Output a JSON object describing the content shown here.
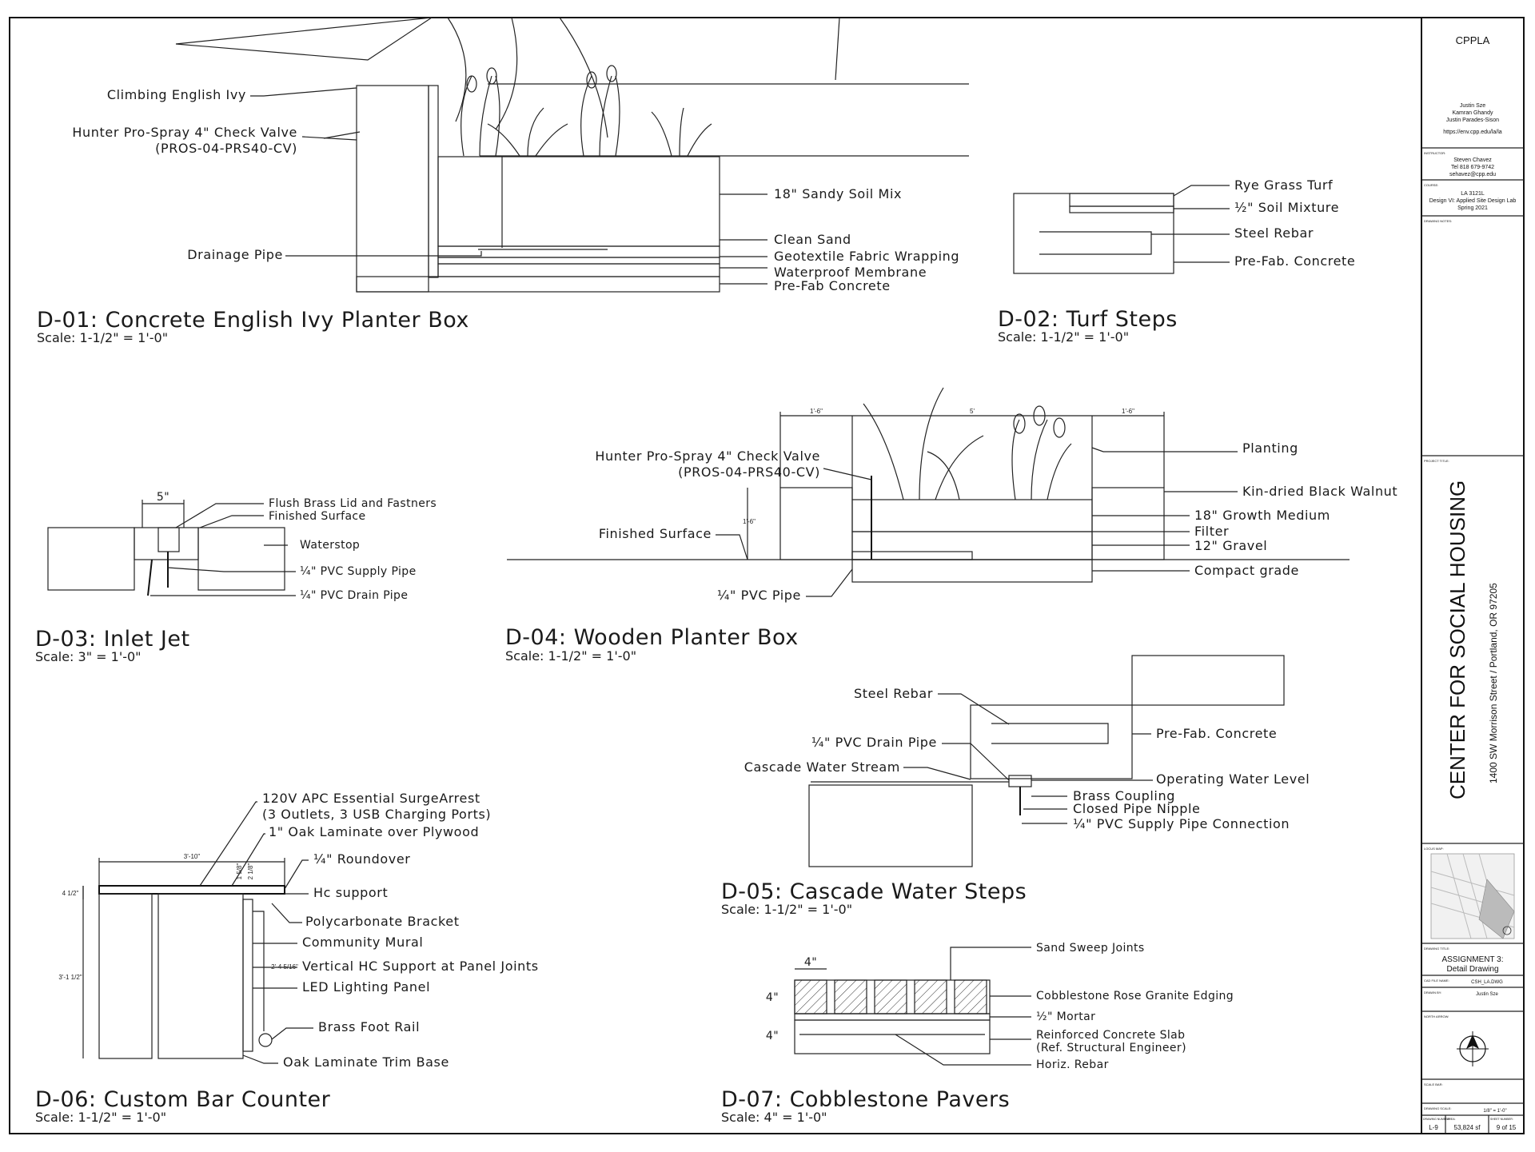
{
  "details": [
    {
      "title": "D-01: Concrete English Ivy Planter Box",
      "scale": "Scale: 1-1/2\" = 1'-0\"",
      "callouts": [
        "Climbing English Ivy",
        "Hunter Pro-Spray 4\" Check Valve",
        "(PROS-04-PRS40-CV)",
        "Drainage Pipe",
        "18\" Sandy Soil Mix",
        "Clean Sand",
        "Geotextile Fabric Wrapping",
        "Waterproof Membrane",
        "Pre-Fab Concrete"
      ]
    },
    {
      "title": "D-02: Turf Steps",
      "scale": "Scale: 1-1/2\" = 1'-0\"",
      "callouts": [
        "Rye Grass Turf",
        "½\" Soil Mixture",
        "Steel Rebar",
        "Pre-Fab. Concrete"
      ]
    },
    {
      "title": "D-03: Inlet Jet",
      "scale": "Scale: 3\" = 1'-0\"",
      "dims": [
        "5\""
      ],
      "callouts": [
        "Flush Brass Lid and Fastners",
        "Finished Surface",
        "Waterstop",
        "¼\" PVC Supply Pipe",
        "¼\" PVC Drain Pipe"
      ]
    },
    {
      "title": "D-04: Wooden Planter Box",
      "scale": "Scale: 1-1/2\" = 1'-0\"",
      "dims": [
        "1'-6\"",
        "5'",
        "1'-6\"",
        "1'-6\""
      ],
      "callouts": [
        "Hunter Pro-Spray 4\" Check Valve",
        "(PROS-04-PRS40-CV)",
        "Finished Surface",
        "¼\" PVC Pipe",
        "Planting",
        "Kin-dried Black Walnut",
        "18\" Growth Medium",
        "Filter",
        "12\" Gravel",
        "Compact grade"
      ]
    },
    {
      "title": "D-05: Cascade Water Steps",
      "scale": "Scale: 1-1/2\" = 1'-0\"",
      "callouts": [
        "Steel Rebar",
        "¼\" PVC Drain Pipe",
        "Cascade Water Stream",
        "Pre-Fab. Concrete",
        "Operating Water Level",
        "Brass Coupling",
        "Closed Pipe Nipple",
        "¼\" PVC Supply Pipe Connection"
      ]
    },
    {
      "title": "D-06: Custom Bar Counter",
      "scale": "Scale: 1-1/2\" = 1'-0\"",
      "dims": [
        "3'-10\"",
        "4 1/2\"",
        "1 5/8\"",
        "2 1/8\"",
        "3'-1 1/2\"",
        "2'-4 5/16\""
      ],
      "callouts": [
        "120V APC Essential SurgeArrest",
        "(3 Outlets, 3 USB Charging Ports)",
        "1\" Oak Laminate over Plywood",
        "¼\" Roundover",
        "Hc support",
        "Polycarbonate Bracket",
        "Community Mural",
        "Vertical HC Support at Panel Joints",
        "LED Lighting Panel",
        "Brass Foot Rail",
        "Oak Laminate Trim Base"
      ]
    },
    {
      "title": "D-07: Cobblestone Pavers",
      "scale": "Scale: 4\" = 1'-0\"",
      "dims": [
        "4\"",
        "4\"",
        "4\""
      ],
      "callouts": [
        "Sand Sweep Joints",
        "Cobblestone Rose Granite Edging",
        "½\" Mortar",
        "Reinforced Concrete Slab",
        "(Ref. Structural Engineer)",
        "Horiz. Rebar"
      ]
    }
  ],
  "title_block": {
    "firm": "CPPLA",
    "team": [
      "Justin Sze",
      "Kamran Ghandy",
      "Justin Parades-Sison"
    ],
    "url": "https://env.cpp.edu/la/la",
    "instructor_label": "INSTRUCTOR:",
    "instructor": [
      "Steven Chavez",
      "Tel 818 679-9742",
      "sehavez@cpp.edu"
    ],
    "course_label": "COURSE:",
    "course": [
      "LA 3121L",
      "Design VI: Applied Site Design Lab",
      "Spring 2021"
    ],
    "notes_label": "DRAWING NOTES:",
    "project_label": "PROJECT TITLE:",
    "project_title": "CENTER FOR SOCIAL HOUSING",
    "project_address": "1400 SW Morrison Street / Portland, OR 97205",
    "locus_label": "LOCUS MAP:",
    "drawing_title_label": "DRAWING TITLE:",
    "drawing_title": [
      "ASSIGNMENT 3:",
      "Detail Drawing"
    ],
    "cad_label": "CAD FILE NAME:",
    "cad_file": "CSH_LA.DWG",
    "drawn_label": "DRAWN BY:",
    "drawn_by": "Justin Sze",
    "north_label": "NORTH ARROW:",
    "scale_bar_label": "SCALE BAR:",
    "drawing_scale_label": "DRAWING SCALE:",
    "drawing_scale": "1/8\" = 1'-0\"",
    "number_label": "DRAWING NUMBER:",
    "number": "L-9",
    "area_label": "AREA:",
    "area": "53,824 sf",
    "sheet_label": "SHEET NUMBER:",
    "sheet": "9 of 15"
  }
}
